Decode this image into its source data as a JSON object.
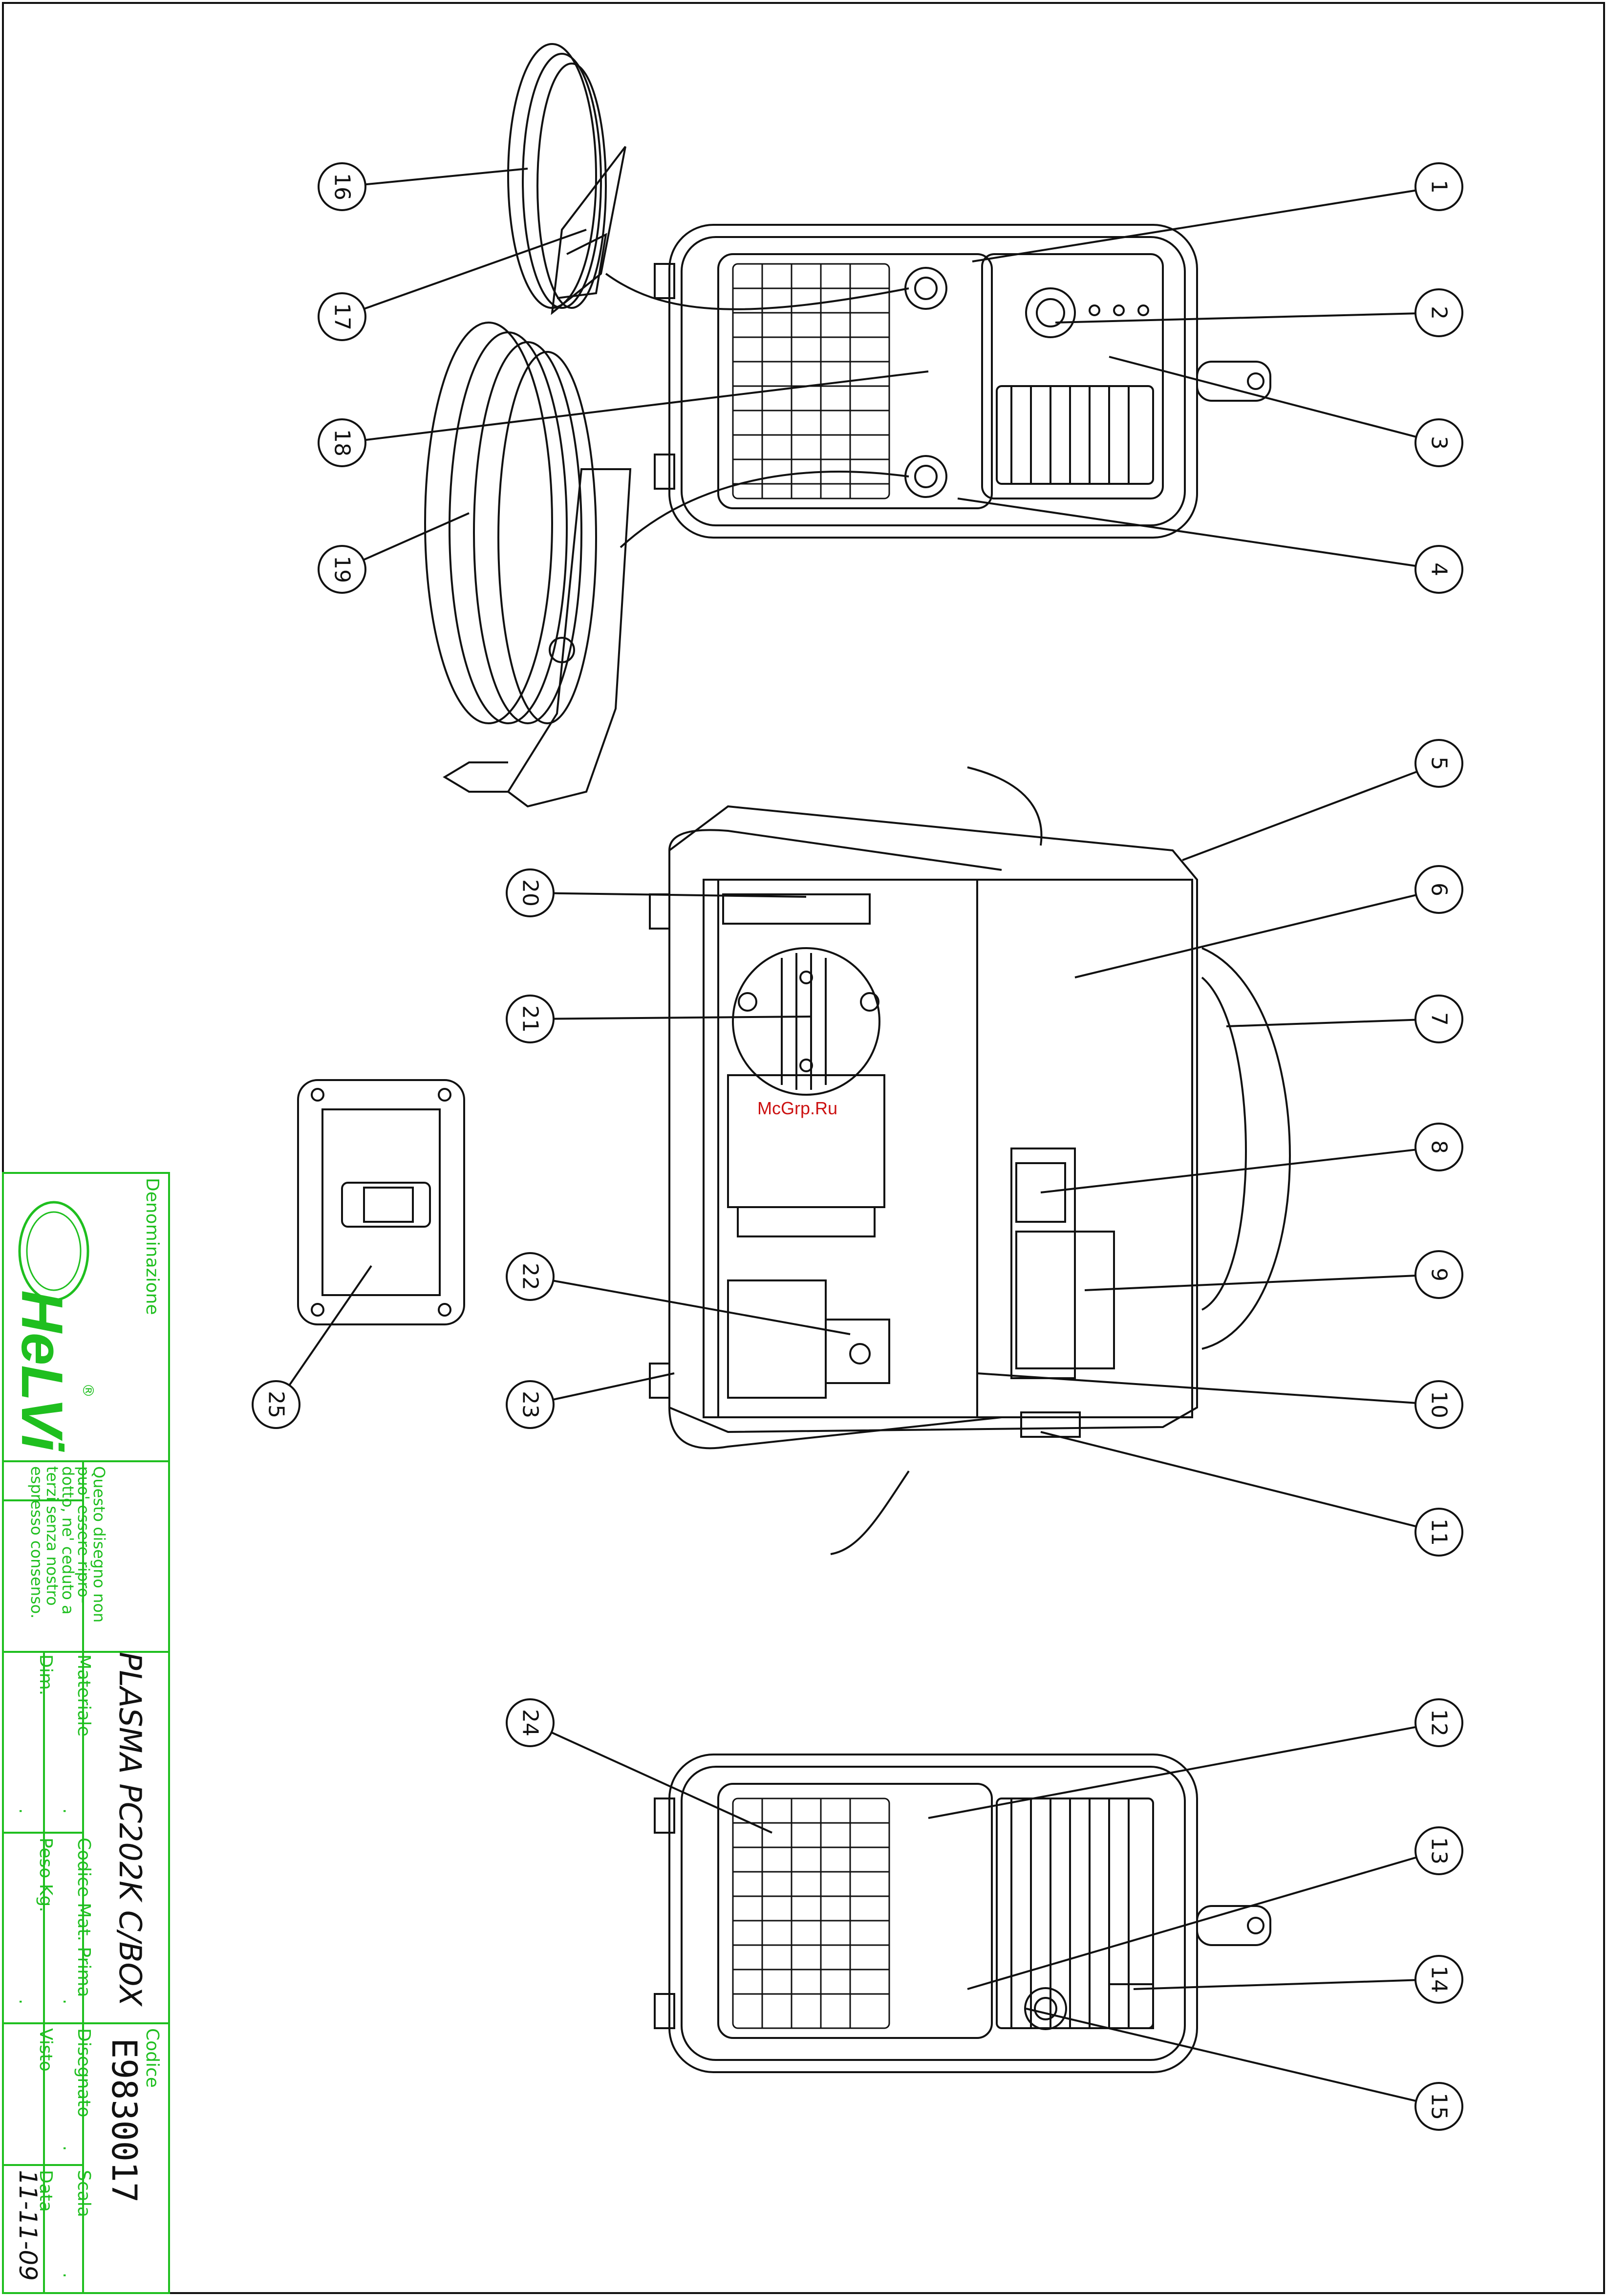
{
  "title_block": {
    "denominazione_label": "Denominazione",
    "title": "PLASMA PC202K C/BOX",
    "codice_label": "Codice",
    "codice_value": "E9830017",
    "materiale_label": "Materiale",
    "materiale_value": ".",
    "codice_mat_label": "Codice Mat. Prima",
    "codice_mat_value": ".",
    "disegnato_label": "Disegnato",
    "disegnato_value": ".",
    "scala_label": "Scala",
    "scala_value": ".",
    "dim_label": "Dim.",
    "dim_value": ".",
    "peso_label": "Peso Kg.",
    "peso_value": ".",
    "visto_label": "Visto",
    "data_label": "Data",
    "data_value": "11-11-09",
    "notice_lines": [
      "Questo disegno non",
      "puo' essere ripro-",
      "dotto, ne' ceduto a",
      "terzi senza nostro",
      "espresso consenso."
    ],
    "logo_text": "HeLVi",
    "logo_mark": "®"
  },
  "watermark": "McGrp.Ru",
  "balloons": [
    "1",
    "2",
    "3",
    "4",
    "5",
    "6",
    "7",
    "8",
    "9",
    "10",
    "11",
    "12",
    "13",
    "14",
    "15",
    "16",
    "17",
    "18",
    "19",
    "20",
    "21",
    "22",
    "23",
    "24",
    "25"
  ],
  "colors": {
    "line": "#111111",
    "title_block": "#1fbf1f",
    "watermark": "#cc1111"
  }
}
